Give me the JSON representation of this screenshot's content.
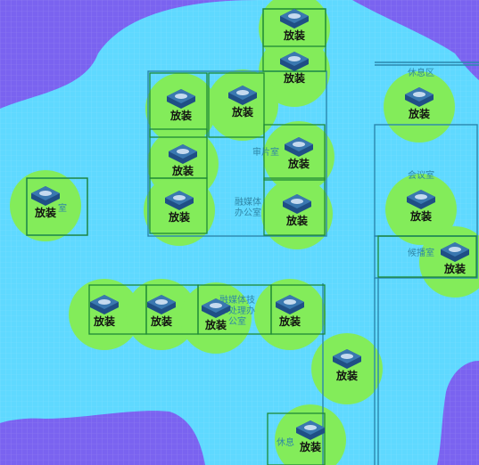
{
  "colors": {
    "background": "#7a63f0",
    "weak_signal": "#5fd9ff",
    "strong_signal": "#83ec5a",
    "wall": "#2a87ad",
    "room_border": "#1e8a36",
    "ap_top": "#3a78b0",
    "ap_side": "#1f4f85"
  },
  "ap_label": "放装",
  "access_points": [
    {
      "id": "ap-1"
    },
    {
      "id": "ap-2"
    },
    {
      "id": "ap-3"
    },
    {
      "id": "ap-4"
    },
    {
      "id": "ap-5"
    },
    {
      "id": "ap-6"
    },
    {
      "id": "ap-7"
    },
    {
      "id": "ap-8"
    },
    {
      "id": "ap-9"
    },
    {
      "id": "ap-10"
    },
    {
      "id": "ap-11"
    },
    {
      "id": "ap-12"
    },
    {
      "id": "ap-13"
    },
    {
      "id": "ap-14"
    },
    {
      "id": "ap-15"
    },
    {
      "id": "ap-16"
    },
    {
      "id": "ap-17"
    },
    {
      "id": "ap-18"
    },
    {
      "id": "ap-19"
    }
  ],
  "room_labels": {
    "rest_area": "休息区",
    "meeting_room": "会议室",
    "broadcast_room": "候播室",
    "film_room": "审片室",
    "media_office": "融媒体\n办公室",
    "media_tech_office": "融媒体技\n术处理办\n公室",
    "rest_room": "休息",
    "left_room": "室"
  }
}
